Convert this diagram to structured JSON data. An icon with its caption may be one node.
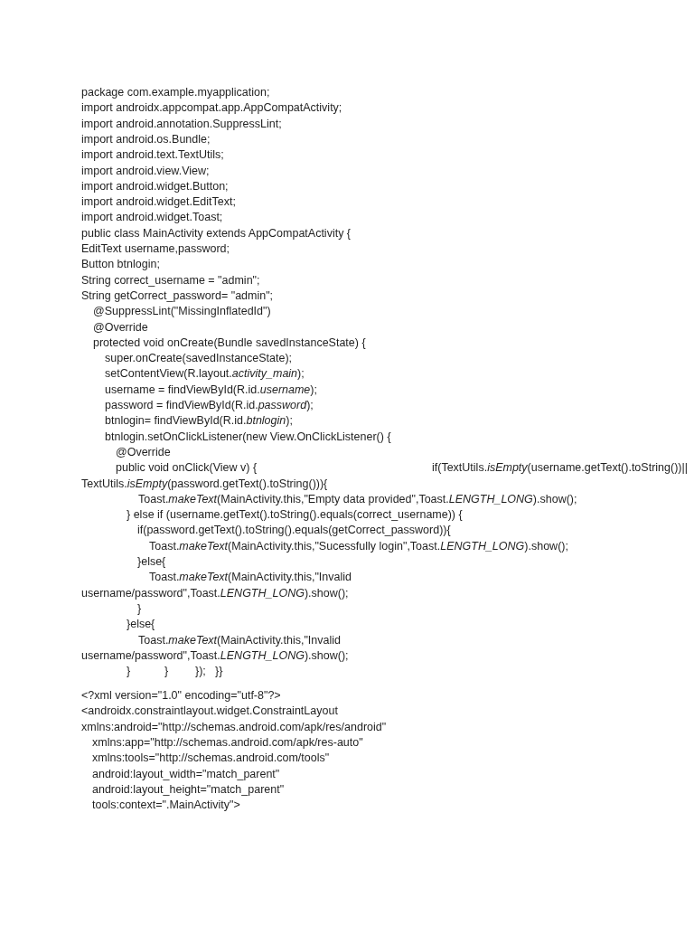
{
  "diagram": {
    "labels": [
      "package com.example.myapplication;",
      "import androidx.appcompat.app.AppCompatActivity;",
      "import android.annotation.SuppressLint;",
      "import android.os.Bundle;",
      "import android.text.TextUtils;",
      "import android.view.View;",
      "import android.widget.Button;",
      "import android.widget.EditText;",
      "import android.widget.Toast;",
      "public class MainActivity extends AppCompatActivity {",
      "EditText username,password;",
      "Button btnlogin;",
      "String correct_username = \"admin\";",
      "String getCorrect_password= \"admin\";",
      "@SuppressLint(\"MissingInflatedId\")",
      "@Override",
      "protected void onCreate(Bundle savedInstanceState) {",
      "super.onCreate(savedInstanceState);",
      "setContentView(R.layout.*activity_main*);",
      "username = findViewById(R.id.*username*);",
      "password = findViewById(R.id.*password*);",
      "btnlogin= findViewById(R.id.*btnlogin*);",
      "btnlogin.setOnClickListener(new View.OnClickListener() {",
      "@Override",
      "public void onClick(View v) {",
      "if(TextUtils.*isEmpty*(username.getText().toString())||",
      "TextUtils.*isEmpty*(password.getText().toString())){",
      "Toast.*makeText*(MainActivity.this,\"Empty data provided\",Toast.*LENGTH_LONG*).show();",
      "} else if (username.getText().toString().equals(correct_username)) {",
      "if(password.getText().toString().equals(getCorrect_password)){",
      "Toast.*makeText*(MainActivity.this,\"Sucessfully login\",Toast.*LENGTH_LONG*).show();",
      "}else{",
      "Toast.*makeText*(MainActivity.this,\"Invalid username/password\",Toast.*LENGTH_LONG*).show();",
      "}",
      "}else{",
      "Toast.*makeText*(MainActivity.this,\"Invalid username/password\",Toast.*LENGTH_LONG*).show();",
      "}",
      "}",
      "});",
      "}}",
      "<?xml version=\"1.0\" encoding=\"utf-8\"?>",
      "<androidx.constraintlayout.widget.ConstraintLayout",
      "xmlns:android=\"http://schemas.android.com/apk/res/android\"",
      "xmlns:app=\"http://schemas.android.com/apk/res-auto\"",
      "xmlns:tools=\"http://schemas.android.com/tools\"",
      "android:layout_width=\"match_parent\"",
      "android:layout_height=\"match_parent\"",
      "tools:context=\".MainActivity\">"
    ]
  }
}
